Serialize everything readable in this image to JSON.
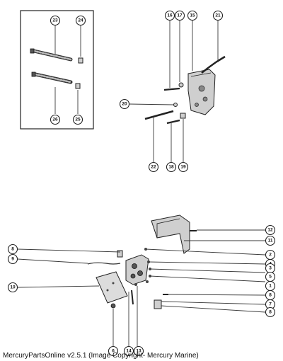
{
  "footer": {
    "copyright": "MercuryPartsOnline v2.5.1 (Image Copyright- Mercury Marine)"
  },
  "inset_box": {
    "callouts": [
      "23",
      "24",
      "26",
      "25"
    ]
  },
  "upper_assembly": {
    "callouts": [
      "16",
      "17",
      "15",
      "21",
      "20",
      "22",
      "18",
      "19"
    ]
  },
  "lower_assembly": {
    "callouts_left": [
      "8",
      "9",
      "10"
    ],
    "callouts_right": [
      "12",
      "11",
      "2",
      "4",
      "3",
      "5",
      "1",
      "8",
      "7",
      "8"
    ],
    "callouts_bottom": [
      "6",
      "14",
      "13"
    ]
  }
}
